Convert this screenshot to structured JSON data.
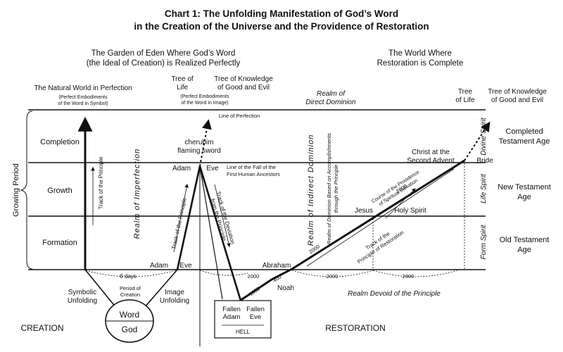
{
  "title": {
    "line1": "Chart 1:   The Unfolding Manifestation of God’s Word",
    "line2": "in the Creation of the Universe and the Providence of Restoration"
  },
  "garden": {
    "line1": "The Garden of Eden Where God’s Word",
    "line2": "(the Ideal of Creation) is Realized Perfectly"
  },
  "world_restored": {
    "line1": "The World Where",
    "line2": "Restoration is Complete"
  },
  "natural_world": {
    "title": "The Natural World in Perfection",
    "sub1": "(Perfect Embodiments",
    "sub2": "of the Word in Symbol)"
  },
  "tree_life_left": {
    "line1": "Tree of",
    "line2": "Life"
  },
  "tree_knowledge_left": {
    "line1": "Tree of  Knowledge",
    "line2": "of Good and Evil"
  },
  "perfect_image": {
    "line1": "(Perfect Embodiments",
    "line2": "of the Word in Image)"
  },
  "direct_dominion": {
    "line1": "Realm of",
    "line2": "Direct Dominion"
  },
  "tree_life_right": {
    "line1": "Tree",
    "line2": "of Life"
  },
  "tree_knowledge_right": {
    "line1": "Tree of  Knowledge",
    "line2": "of Good and Evil"
  },
  "line_of_perfection": "Line of Perfection",
  "stages": {
    "completion": "Completion",
    "growth": "Growth",
    "formation": "Formation",
    "growing_period": "Growing Period"
  },
  "track_principle": "Track of the Principle",
  "realm_imperfection": "Realm of Imperfection",
  "cherubim": {
    "line1": "cherubim",
    "line2": "flaming sword"
  },
  "adam_top": "Adam",
  "eve_top": "Eve",
  "fall_line": {
    "line1": "Line of the Fall of the",
    "line2": "First Human Ancestors"
  },
  "track_principle_adam": "Track of the Principle",
  "track_deviation": {
    "line1": "Track of the Deviation",
    "line2": "from the Principle"
  },
  "indirect_dominion": "Realm of Indirect Dominion",
  "dominion_accomplishments": {
    "line1": "Realm of Dominion Based on Accomplishments",
    "line2": "through the Principle"
  },
  "course_providence": {
    "line1": "Course of the Providence",
    "line2": "of Spiritual Salvation"
  },
  "track_restoration": {
    "line1": "Track of the",
    "line2": "Principle of Restoration"
  },
  "christ_second": {
    "line1": "Christ at the",
    "line2": "Second Advent"
  },
  "bride": "Bride",
  "jesus": "Jesus",
  "holy_spirit": "Holy Spirit",
  "spirits": {
    "divine": "Divine Spirit",
    "life": "Life Spirit",
    "form": "Form Spirit"
  },
  "ages": {
    "completed1": "Completed",
    "completed2": "Testament Age",
    "new1": "New Testament",
    "new2": "Age",
    "old1": "Old Testament",
    "old2": "Age"
  },
  "adam_bottom": "Adam",
  "eve_bottom": "Eve",
  "six_days": "6 days",
  "period_creation": {
    "line1": "Period of",
    "line2": "Creation"
  },
  "symbolic": {
    "line1": "Symbolic",
    "line2": "Unfolding"
  },
  "image_unfolding": {
    "line1": "Image",
    "line2": "Unfolding"
  },
  "word": "Word",
  "god": "God",
  "creation": "CREATION",
  "restoration": "RESTORATION",
  "hell": {
    "fallen1": "Fallen",
    "adam": "Adam",
    "fallen2": "Fallen",
    "eve": "Eve",
    "hell": "HELL"
  },
  "abraham": "Abraham",
  "noah": "Noah",
  "numbers": {
    "n1600": "1600",
    "n400": "400",
    "n2000a": "2000",
    "n2000b": "2000",
    "n2000c": "2000",
    "n2000d": "2000",
    "n2000e": "2000"
  },
  "realm_devoid": "Realm Devoid of the Principle"
}
